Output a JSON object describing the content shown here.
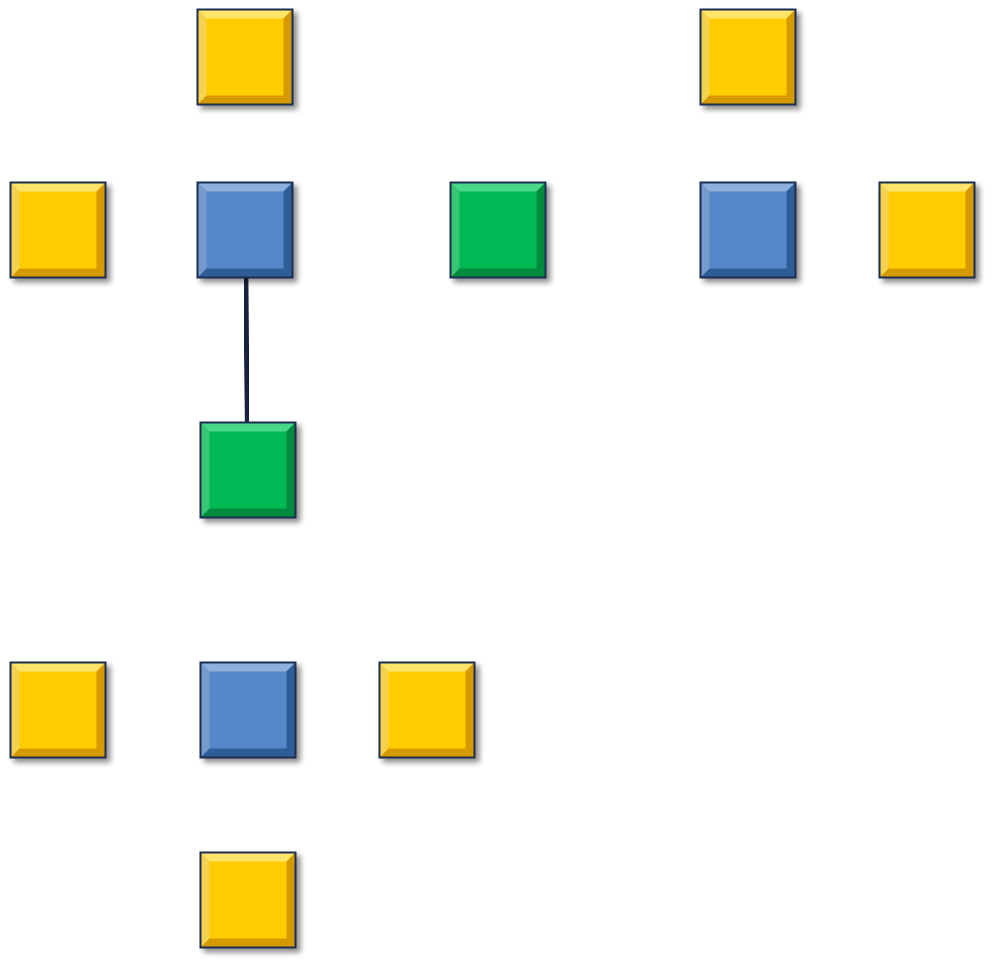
{
  "colors": {
    "background": "#ffffff",
    "edge": "#15203f",
    "node_border": "#1f2d4f",
    "hub": {
      "face": "#5588c8",
      "bevel_light": "#8db0de",
      "bevel_dark": "#2f5d97"
    },
    "relay": {
      "face": "#05b955",
      "bevel_light": "#4ad888",
      "bevel_dark": "#028a3c"
    },
    "leaf": {
      "face": "#ffcc00",
      "bevel_light": "#ffe46a",
      "bevel_dark": "#d49a00"
    }
  },
  "nodes": [
    {
      "id": "hub-top-left",
      "kind": "hub"
    },
    {
      "id": "relay-top",
      "kind": "relay"
    },
    {
      "id": "hub-top-right",
      "kind": "hub"
    },
    {
      "id": "relay-left",
      "kind": "relay"
    },
    {
      "id": "hub-bottom",
      "kind": "hub"
    },
    {
      "id": "leaf-top-left-up",
      "kind": "leaf"
    },
    {
      "id": "leaf-top-left-left",
      "kind": "leaf"
    },
    {
      "id": "leaf-top-right-up",
      "kind": "leaf"
    },
    {
      "id": "leaf-top-right-right",
      "kind": "leaf"
    },
    {
      "id": "leaf-bottom-left",
      "kind": "leaf"
    },
    {
      "id": "leaf-bottom-right",
      "kind": "leaf"
    },
    {
      "id": "leaf-bottom-down",
      "kind": "leaf"
    }
  ],
  "edges": [
    {
      "from": "hub-top-left",
      "to": "leaf-top-left-up"
    },
    {
      "from": "hub-top-left",
      "to": "leaf-top-left-left"
    },
    {
      "from": "hub-top-left",
      "to": "relay-top"
    },
    {
      "from": "relay-top",
      "to": "hub-top-right"
    },
    {
      "from": "hub-top-right",
      "to": "leaf-top-right-up"
    },
    {
      "from": "hub-top-right",
      "to": "leaf-top-right-right"
    },
    {
      "from": "hub-top-left",
      "to": "relay-left"
    },
    {
      "from": "relay-left",
      "to": "hub-bottom"
    },
    {
      "from": "hub-bottom",
      "to": "leaf-bottom-left"
    },
    {
      "from": "hub-bottom",
      "to": "leaf-bottom-right"
    },
    {
      "from": "hub-bottom",
      "to": "leaf-bottom-down"
    }
  ]
}
